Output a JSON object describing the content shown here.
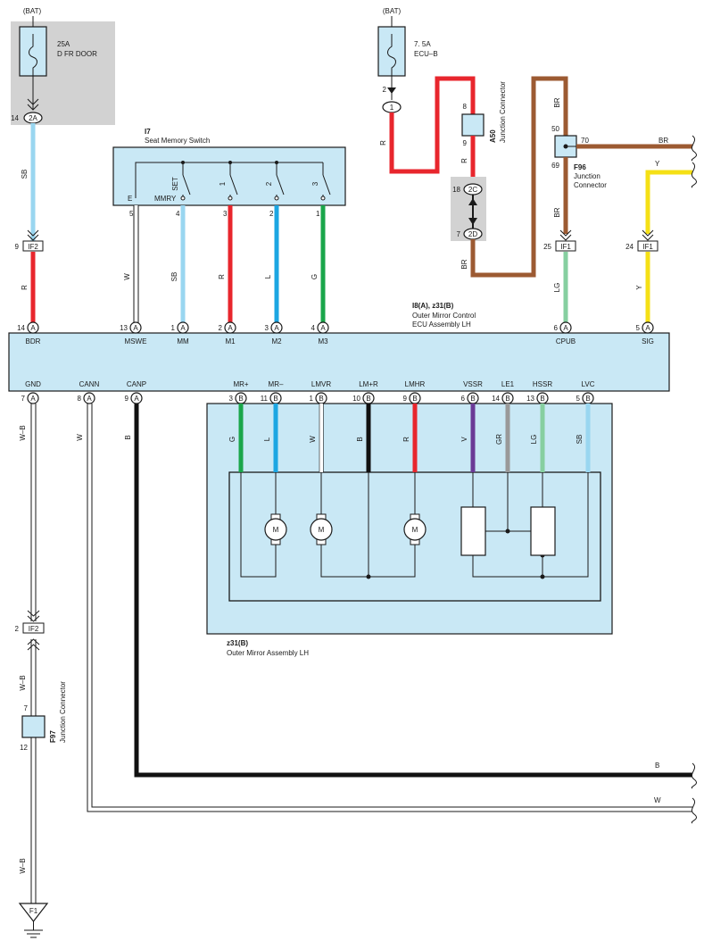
{
  "fuse1": {
    "source": "(BAT)",
    "rating": "25A",
    "name": "D FR DOOR",
    "pin": "14",
    "conn": "2A"
  },
  "fuse2": {
    "source": "(BAT)",
    "rating": "7. 5A",
    "name": "ECU–B",
    "pin": "2",
    "conn": "1"
  },
  "switch": {
    "id": "I7",
    "name": "Seat Memory Switch",
    "contacts": [
      "SET",
      "1",
      "2",
      "3"
    ],
    "mmry": "MMRY",
    "e": "E",
    "pins": [
      "5",
      "4",
      "3",
      "2",
      "1"
    ]
  },
  "a50": {
    "id": "A50",
    "name": "Junction Connector",
    "pin_top": "8",
    "pin_bottom": "9"
  },
  "conn2c2d": {
    "pin_top": "18",
    "label_top": "2C",
    "pin_bottom": "7",
    "label_bottom": "2D"
  },
  "f96": {
    "id": "F96",
    "name1": "Junction",
    "name2": "Connector",
    "pin50": "50",
    "pin70": "70",
    "pin69": "69"
  },
  "if_labels": {
    "if2": "IF2",
    "if1": "IF1",
    "if2_pin_top": "9",
    "if1_pin_cpub": "25",
    "if1_pin_sig": "24",
    "if2_pin_bottom": "2"
  },
  "wires": {
    "sb": "SB",
    "r": "R",
    "w": "W",
    "l": "L",
    "g": "G",
    "br": "BR",
    "y": "Y",
    "lg": "LG",
    "b": "B",
    "v": "V",
    "gr": "GR",
    "wb": "W–B"
  },
  "ecu": {
    "title": "I8(A), z31(B)",
    "name1": "Outer Mirror Control",
    "name2": "ECU Assembly LH",
    "top_terminals": [
      {
        "name": "BDR",
        "pin": "14",
        "conn": "A"
      },
      {
        "name": "MSWE",
        "pin": "13",
        "conn": "A"
      },
      {
        "name": "MM",
        "pin": "1",
        "conn": "A"
      },
      {
        "name": "M1",
        "pin": "2",
        "conn": "A"
      },
      {
        "name": "M2",
        "pin": "3",
        "conn": "A"
      },
      {
        "name": "M3",
        "pin": "4",
        "conn": "A"
      },
      {
        "name": "CPUB",
        "pin": "6",
        "conn": "A"
      },
      {
        "name": "SIG",
        "pin": "5",
        "conn": "A"
      }
    ],
    "bottom_terminals": [
      {
        "name": "GND",
        "pin": "7",
        "conn": "A"
      },
      {
        "name": "CANN",
        "pin": "8",
        "conn": "A"
      },
      {
        "name": "CANP",
        "pin": "9",
        "conn": "A"
      },
      {
        "name": "MR+",
        "pin": "3",
        "conn": "B"
      },
      {
        "name": "MR–",
        "pin": "11",
        "conn": "B"
      },
      {
        "name": "LMVR",
        "pin": "1",
        "conn": "B"
      },
      {
        "name": "LM+R",
        "pin": "10",
        "conn": "B"
      },
      {
        "name": "LMHR",
        "pin": "9",
        "conn": "B"
      },
      {
        "name": "VSSR",
        "pin": "6",
        "conn": "B"
      },
      {
        "name": "LE1",
        "pin": "14",
        "conn": "B"
      },
      {
        "name": "HSSR",
        "pin": "13",
        "conn": "B"
      },
      {
        "name": "LVC",
        "pin": "5",
        "conn": "B"
      }
    ]
  },
  "mirror": {
    "id": "z31(B)",
    "name": "Outer Mirror Assembly LH",
    "motor": "M"
  },
  "f97": {
    "id": "F97",
    "name": "Junction Connector",
    "pin_top": "7",
    "pin_bottom": "12"
  },
  "ground": {
    "label": "F1"
  },
  "colors": {
    "red": "#e8262d",
    "sky": "#99d6f0",
    "blue": "#1ca6e2",
    "green": "#1aa64a",
    "brown": "#9c5a32",
    "yellow": "#f5e016",
    "lg": "#86cfa0",
    "black": "#111111",
    "violet": "#6b3a96",
    "gray": "#999999",
    "box": "#c9e8f5",
    "shade": "#d2d2d2"
  }
}
